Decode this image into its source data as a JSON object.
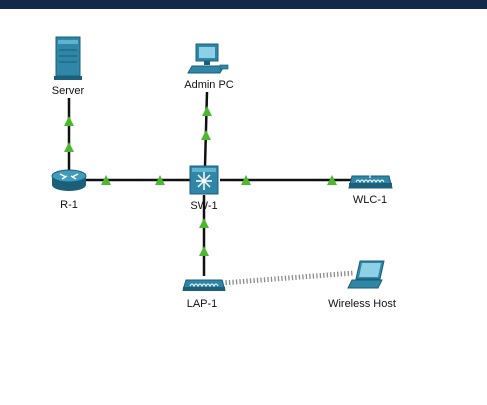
{
  "topbar": {
    "color": "#14284a"
  },
  "devices": {
    "server": {
      "label": "Server",
      "icon": "server-icon"
    },
    "admin_pc": {
      "label": "Admin PC",
      "icon": "desktop-pc-icon"
    },
    "r1": {
      "label": "R-1",
      "icon": "router-icon"
    },
    "sw1": {
      "label": "SW-1",
      "icon": "multilayer-switch-icon"
    },
    "wlc1": {
      "label": "WLC-1",
      "icon": "wireless-lan-controller-icon"
    },
    "lap1": {
      "label": "LAP-1",
      "icon": "lightweight-access-point-icon"
    },
    "wireless_host": {
      "label": "Wireless Host",
      "icon": "laptop-icon"
    }
  },
  "links": [
    {
      "from": "server",
      "to": "r1",
      "type": "ethernet",
      "status": "up"
    },
    {
      "from": "admin_pc",
      "to": "sw1",
      "type": "ethernet",
      "status": "up"
    },
    {
      "from": "r1",
      "to": "sw1",
      "type": "ethernet",
      "status": "up"
    },
    {
      "from": "sw1",
      "to": "wlc1",
      "type": "ethernet",
      "status": "up"
    },
    {
      "from": "sw1",
      "to": "lap1",
      "type": "ethernet",
      "status": "up"
    },
    {
      "from": "lap1",
      "to": "wireless_host",
      "type": "wireless"
    }
  ],
  "colors": {
    "link_up": "#4cb830",
    "cable": "#111111",
    "device_blue": "#2f86a6",
    "device_dark": "#1b5f78"
  }
}
